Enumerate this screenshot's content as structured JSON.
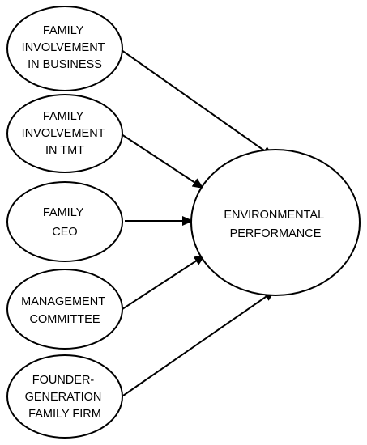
{
  "diagram": {
    "nodes": [
      {
        "id": "family-involvement-business",
        "lines": [
          "FAMILY",
          "INVOLVEMENT",
          "IN BUSINESS"
        ]
      },
      {
        "id": "family-involvement-tmt",
        "lines": [
          "FAMILY",
          "INVOLVEMENT",
          "IN TMT"
        ]
      },
      {
        "id": "family-ceo",
        "lines": [
          "FAMILY",
          "CEO"
        ]
      },
      {
        "id": "management-committee",
        "lines": [
          "MANAGEMENT",
          "COMMITTEE"
        ]
      },
      {
        "id": "founder-generation-family-firm",
        "lines": [
          "FOUNDER-",
          "GENERATION",
          "FAMILY FIRM"
        ]
      },
      {
        "id": "environmental-performance",
        "lines": [
          "ENVIRONMENTAL",
          "PERFORMANCE"
        ]
      }
    ],
    "edges": [
      {
        "from": "family-involvement-business",
        "to": "environmental-performance"
      },
      {
        "from": "family-involvement-tmt",
        "to": "environmental-performance"
      },
      {
        "from": "family-ceo",
        "to": "environmental-performance"
      },
      {
        "from": "management-committee",
        "to": "environmental-performance"
      },
      {
        "from": "founder-generation-family-firm",
        "to": "environmental-performance"
      }
    ]
  }
}
